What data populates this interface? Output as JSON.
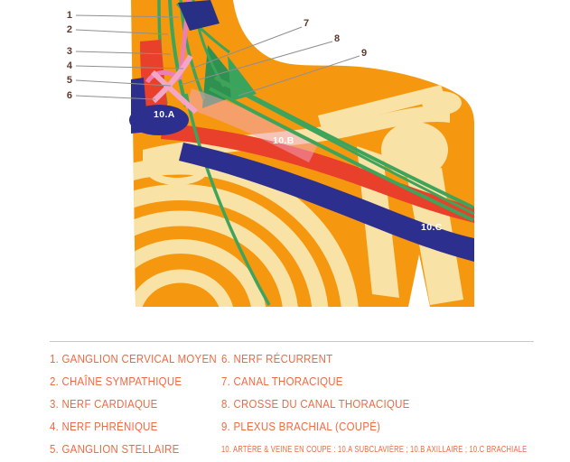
{
  "figure": {
    "callout_numbers_left": [
      "1",
      "2",
      "3",
      "4",
      "5",
      "6"
    ],
    "callout_numbers_right": [
      "7",
      "8",
      "9"
    ],
    "vessel_labels": [
      "10.A",
      "10.B",
      "10.C"
    ]
  },
  "legend": {
    "left": [
      "1. GANGLION CERVICAL MOYEN",
      "2. CHAÎNE SYMPATHIQUE",
      "3. NERF CARDIAQUE",
      "4. NERF PHRÉNIQUE",
      "5. GANGLION STELLAIRE"
    ],
    "right": [
      "6. NERF RÉCURRENT",
      "7. CANAL THORACIQUE",
      "8. CROSSE DU CANAL THORACIQUE",
      "9. PLEXUS BRACHIAL (COUPÉ)",
      "10. ARTÈRE & VEINE EN COUPE : 10.A SUBCLAVIÈRE ; 10.B AXILLAIRE ; 10.C BRACHIALE"
    ]
  },
  "colors": {
    "skin_orange": "#F6980F",
    "bone_cream": "#F8E2A6",
    "artery_red": "#E8402A",
    "vein_navy": "#2D2F8F",
    "nerve_green": "#3FA45B",
    "duct_pink": "#EE7FB2",
    "legend_text": "#EE6A41"
  }
}
